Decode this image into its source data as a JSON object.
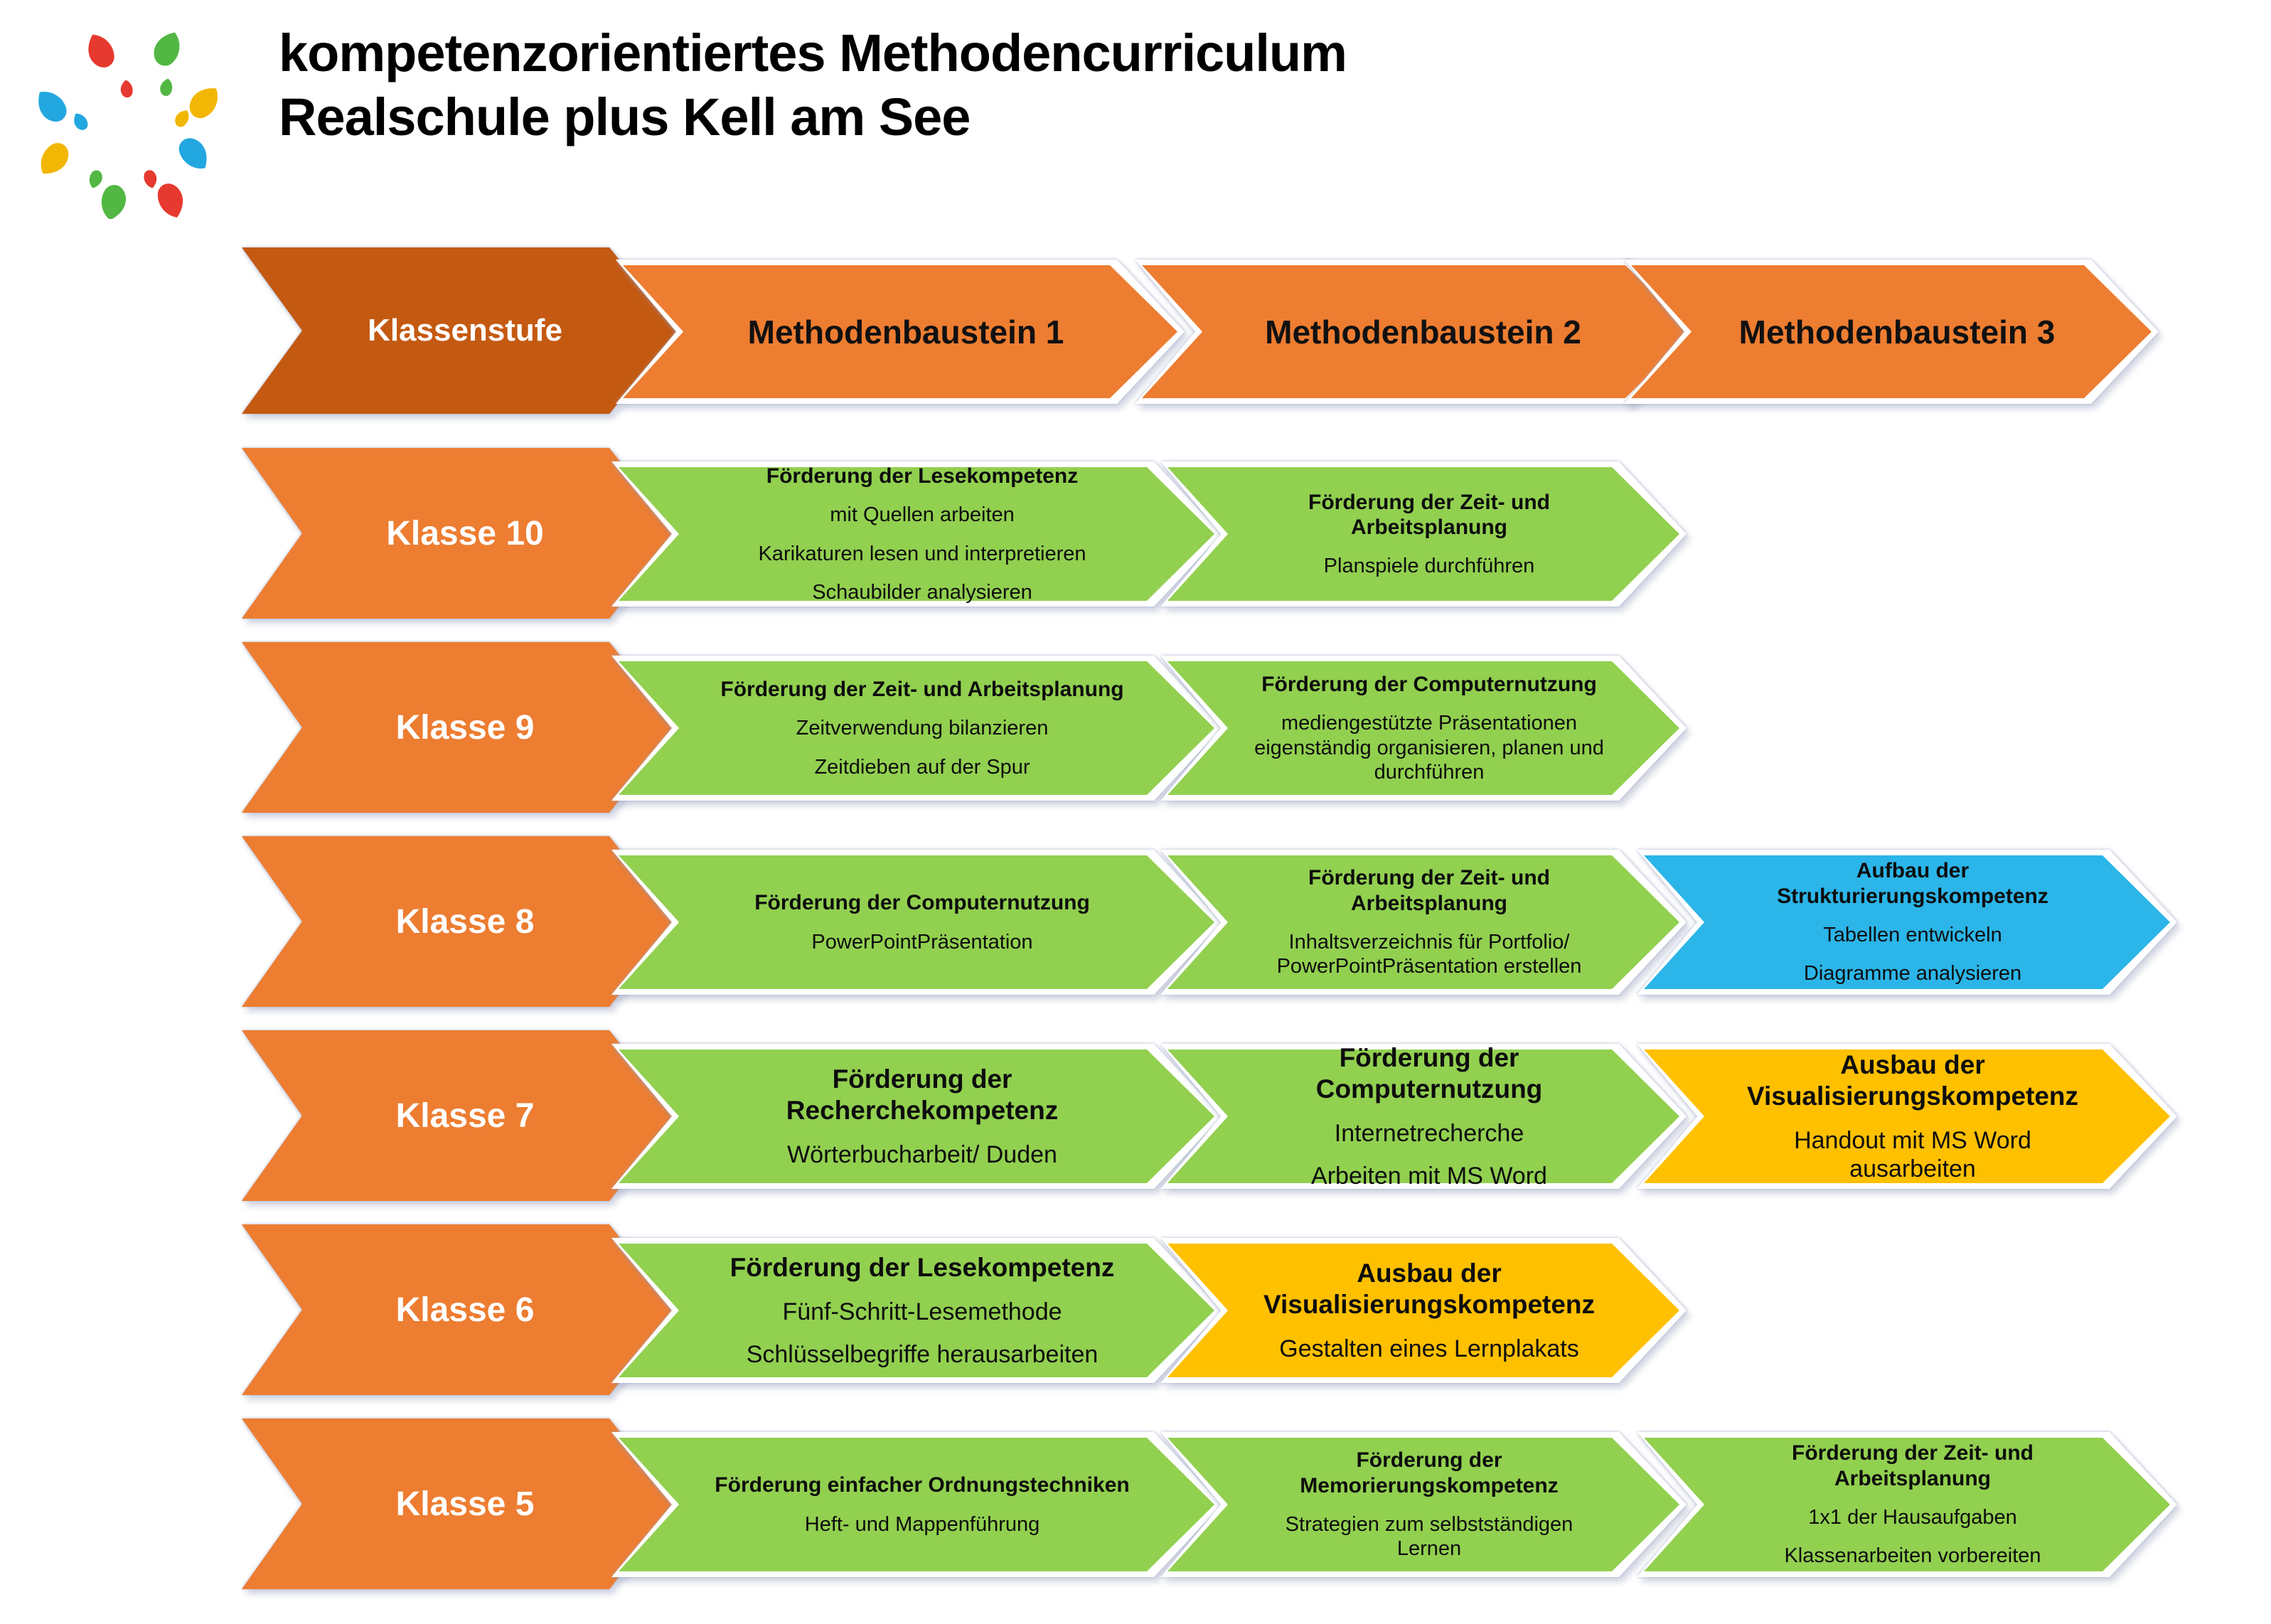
{
  "title": {
    "line1": "kompetenzorientiertes Methodencurriculum",
    "line2": "Realschule plus Kell am See"
  },
  "logo": {
    "name": "school-logo-petal-ring"
  },
  "columns": [
    {
      "label": "Klassenstufe",
      "color": "dark_orange"
    },
    {
      "label": "Methodenbaustein 1",
      "color": "orange"
    },
    {
      "label": "Methodenbaustein 2",
      "color": "orange"
    },
    {
      "label": "Methodenbaustein 3",
      "color": "orange"
    }
  ],
  "rows": [
    {
      "label": "Klasse 10",
      "cells": [
        {
          "color": "green",
          "title": "Förderung der Lesekompetenz",
          "items": [
            "mit Quellen arbeiten",
            "Karikaturen lesen und interpretieren",
            "Schaubilder analysieren"
          ]
        },
        {
          "color": "green",
          "title": "Förderung der Zeit- und Arbeitsplanung",
          "items": [
            "Planspiele durchführen"
          ]
        }
      ]
    },
    {
      "label": "Klasse 9",
      "cells": [
        {
          "color": "green",
          "title": "Förderung der Zeit- und Arbeitsplanung",
          "items": [
            "Zeitverwendung bilanzieren",
            "Zeitdieben auf der Spur"
          ]
        },
        {
          "color": "green",
          "title": "Förderung der Computernutzung",
          "items": [
            "mediengestützte Präsentationen eigenständig organisieren, planen und durchführen"
          ]
        }
      ]
    },
    {
      "label": "Klasse 8",
      "cells": [
        {
          "color": "green",
          "title": "Förderung der Computernutzung",
          "items": [
            "PowerPointPräsentation"
          ]
        },
        {
          "color": "green",
          "title": "Förderung der Zeit- und Arbeitsplanung",
          "items": [
            "Inhaltsverzeichnis für Portfolio/ PowerPointPräsentation erstellen"
          ]
        },
        {
          "color": "blue",
          "title": "Aufbau der Strukturierungskompetenz",
          "items": [
            "Tabellen entwickeln",
            "Diagramme analysieren"
          ]
        }
      ]
    },
    {
      "label": "Klasse 7",
      "cells": [
        {
          "color": "green",
          "title": "Förderung der Recherchekompetenz",
          "items": [
            "Wörterbucharbeit/ Duden"
          ]
        },
        {
          "color": "green",
          "title": "Förderung der Computernutzung",
          "items": [
            "Internetrecherche",
            "Arbeiten mit MS Word"
          ]
        },
        {
          "color": "yellow",
          "title": "Ausbau der Visualisierungskompetenz",
          "items": [
            "Handout mit MS Word ausarbeiten"
          ]
        }
      ]
    },
    {
      "label": "Klasse 6",
      "cells": [
        {
          "color": "green",
          "title": "Förderung der Lesekompetenz",
          "items": [
            "Fünf-Schritt-Lesemethode",
            "Schlüsselbegriffe herausarbeiten"
          ]
        },
        {
          "color": "yellow",
          "title": "Ausbau der Visualisierungskompetenz",
          "items": [
            "Gestalten eines Lernplakats"
          ]
        }
      ]
    },
    {
      "label": "Klasse 5",
      "cells": [
        {
          "color": "green",
          "title": "Förderung einfacher Ordnungstechniken",
          "items": [
            "Heft- und Mappenführung"
          ]
        },
        {
          "color": "green",
          "title": "Förderung der Memorierungskompetenz",
          "items": [
            "Strategien zum selbstständigen Lernen"
          ]
        },
        {
          "color": "green",
          "title": "Förderung der Zeit- und Arbeitsplanung",
          "items": [
            "1x1 der Hausaufgaben",
            "Klassenarbeiten vorbereiten"
          ]
        }
      ]
    }
  ],
  "colors": {
    "orange": "#ED7D31",
    "dark_orange": "#C45911",
    "green": "#92D050",
    "blue": "#2BB5E8",
    "yellow": "#FFC000",
    "logo_red": "#E6392F",
    "logo_green": "#52B843",
    "logo_blue": "#23A7E0",
    "logo_yellow": "#F2B705"
  }
}
